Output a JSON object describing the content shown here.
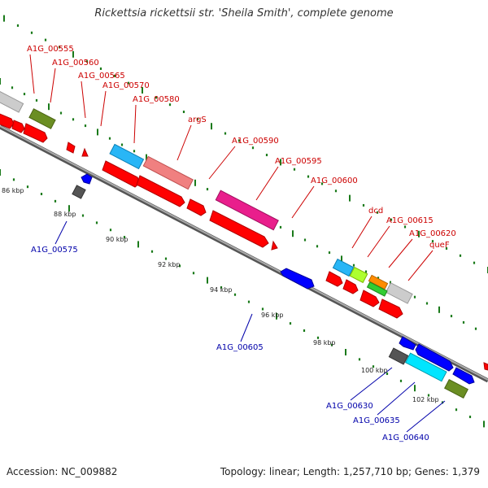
{
  "title": "Rickettsia rickettsii str. 'Sheila Smith', complete genome",
  "footer": {
    "accession": "Accession: NC_009882",
    "topology": "Topology: linear; Length: 1,257,710 bp; Genes: 1,379"
  },
  "colors": {
    "forward_label": "#cc0000",
    "reverse_label": "#0000aa",
    "backbone": "#888888",
    "tick": "#1a7a1a"
  },
  "scale_labels": [
    "86 kbp",
    "88 kbp",
    "90 kbp",
    "92 kbp",
    "94 kbp",
    "96 kbp",
    "98 kbp",
    "100 kbp",
    "102 kbp"
  ],
  "forward_labels": [
    "A1G_00555",
    "A1G_00560",
    "A1G_00565",
    "A1G_00570",
    "A1G_00580",
    "argS",
    "A1G_00590",
    "A1G_00595",
    "A1G_00600",
    "dcd",
    "A1G_00615",
    "A1G_00620",
    "queF"
  ],
  "reverse_labels": [
    "A1G_00575",
    "A1G_00605",
    "A1G_00630",
    "A1G_00635",
    "A1G_00640"
  ]
}
